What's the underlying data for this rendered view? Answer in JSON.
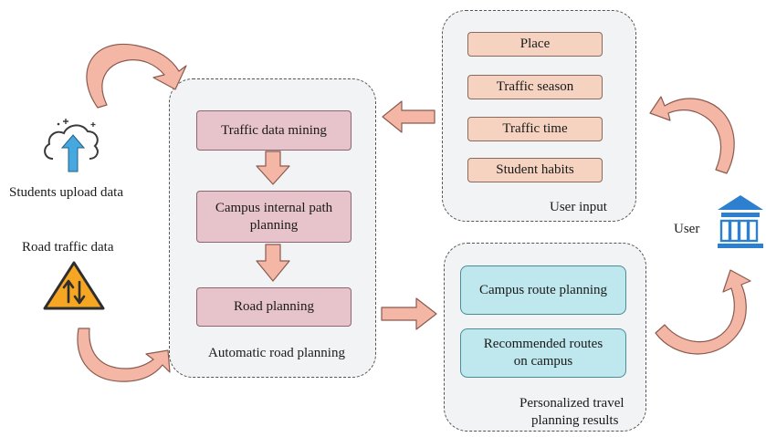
{
  "automatic_panel": {
    "title": "Automatic road planning",
    "steps": [
      "Traffic data mining",
      "Campus internal path planning",
      "Road planning"
    ]
  },
  "user_input_panel": {
    "title": "User input",
    "items": [
      "Place",
      "Traffic season",
      "Traffic time",
      "Student habits"
    ]
  },
  "results_panel": {
    "title_line1": "Personalized travel",
    "title_line2": "planning results",
    "items": [
      "Campus route planning",
      "Recommended routes on campus"
    ]
  },
  "left_sources": {
    "upload_label": "Students upload data",
    "traffic_label": "Road traffic data"
  },
  "user": {
    "label": "User"
  },
  "icons": {
    "upload": "cloud-upload-icon",
    "traffic": "road-traffic-warning-icon",
    "user": "institution-building-icon"
  },
  "colors": {
    "arrow_fill": "#f4b7a5",
    "pink_box": "#e7c3cb",
    "peach_box": "#f5d3c0",
    "teal_box": "#bfe8ee",
    "panel_bg": "#f1f3f5"
  }
}
